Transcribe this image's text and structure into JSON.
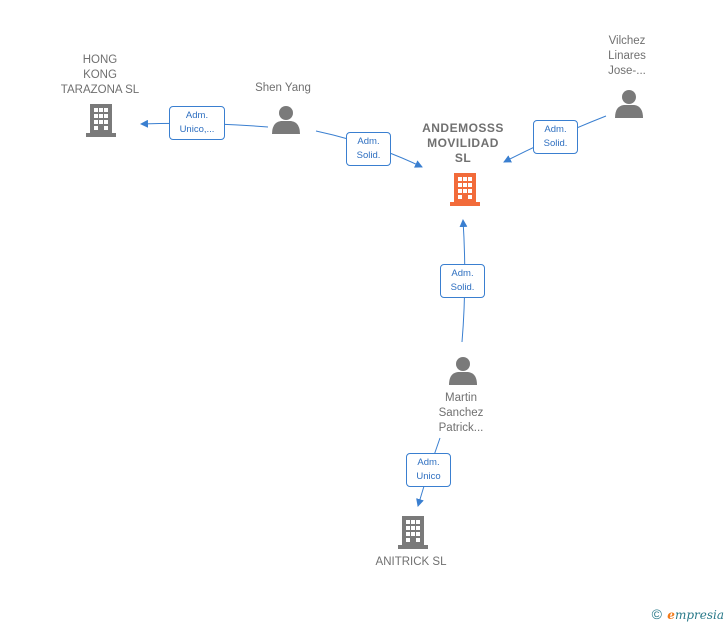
{
  "nodes": {
    "main": {
      "name_lines": [
        "ANDEMOSSS",
        "MOVILIDAD",
        "SL"
      ],
      "type": "company",
      "color": "#f26b3a"
    },
    "hong_kong": {
      "name_lines": [
        "HONG",
        "KONG",
        "TARAZONA  SL"
      ],
      "type": "company",
      "color": "#7a7a7a"
    },
    "shen_yang": {
      "name_lines": [
        "Shen Yang"
      ],
      "type": "person",
      "color": "#7a7a7a"
    },
    "vilchez": {
      "name_lines": [
        "Vilchez",
        "Linares",
        "Jose-..."
      ],
      "type": "person",
      "color": "#7a7a7a"
    },
    "martin": {
      "name_lines": [
        "Martin",
        "Sanchez",
        "Patrick..."
      ],
      "type": "person",
      "color": "#7a7a7a"
    },
    "anitrick": {
      "name_lines": [
        "ANITRICK  SL"
      ],
      "type": "company",
      "color": "#7a7a7a"
    }
  },
  "edges": {
    "shen_to_hk": {
      "lines": [
        "Adm.",
        "Unico,..."
      ]
    },
    "shen_to_main": {
      "lines": [
        "Adm.",
        "Solid."
      ]
    },
    "vilchez_to_main": {
      "lines": [
        "Adm.",
        "Solid."
      ]
    },
    "martin_to_main": {
      "lines": [
        "Adm.",
        "Solid."
      ]
    },
    "martin_to_anitrick": {
      "lines": [
        "Adm.",
        "Unico"
      ]
    }
  },
  "edge_color": "#3a7fd0",
  "credit": {
    "symbol": "©",
    "brand_initial": "e",
    "brand_rest": "mpresia"
  }
}
